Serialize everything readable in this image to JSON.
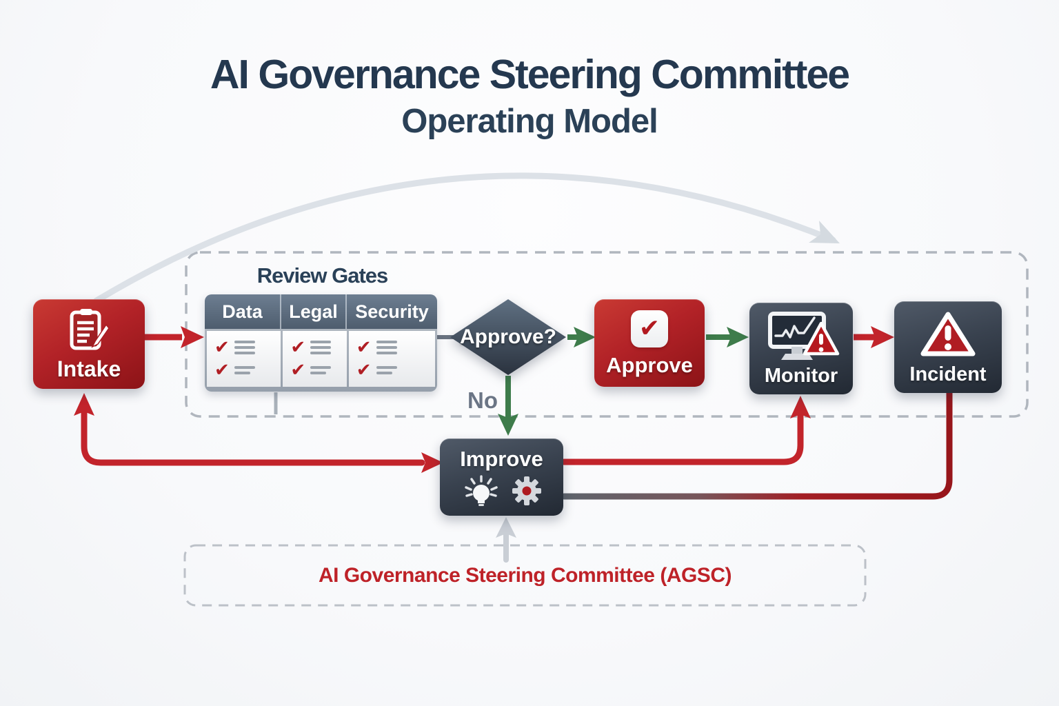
{
  "title": {
    "line1": "AI Governance Steering Committee",
    "line2": "Operating Model"
  },
  "review_gates": {
    "label": "Review Gates",
    "columns": [
      "Data",
      "Legal",
      "Security"
    ]
  },
  "nodes": {
    "intake": {
      "label": "Intake",
      "icon": "clipboard-pencil-icon"
    },
    "decision": {
      "label": "Approve?"
    },
    "approve": {
      "label": "Approve",
      "icon": "checkmark-icon"
    },
    "monitor": {
      "label": "Monitor",
      "icon": "monitor-alert-icon"
    },
    "incident": {
      "label": "Incident",
      "icon": "warning-triangle-icon"
    },
    "improve": {
      "label": "Improve",
      "icons": [
        "lightbulb-icon",
        "gear-icon"
      ]
    }
  },
  "labels": {
    "no": "No"
  },
  "committee": {
    "label": "AI Governance Steering Committee (AGSC)"
  },
  "colors": {
    "brand_red": "#B2232A",
    "dark_slate": "#2E3844",
    "slate_header": "#5D6E81",
    "navy_text": "#24384F",
    "arrow_red": "#C2242B",
    "arrow_green": "#3E7C4B",
    "committee_text": "#BE2228",
    "loop_gray": "#DCE1E7"
  }
}
